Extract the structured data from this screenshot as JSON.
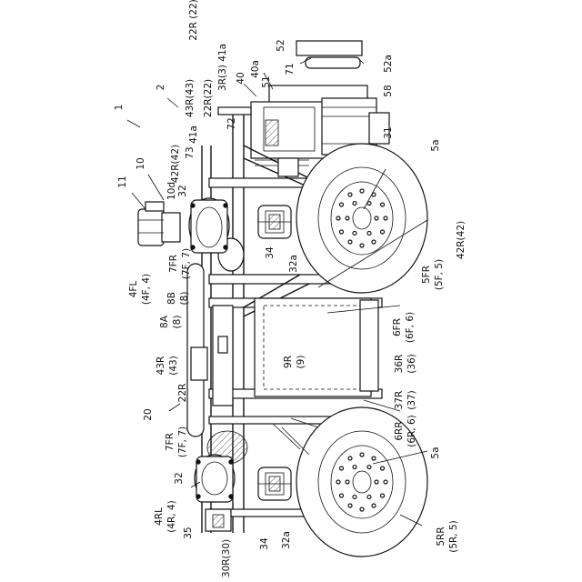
{
  "labels": {
    "l_22R_22": "22R (22)",
    "l_52": "52",
    "l_52a": "52a",
    "l_71": "71",
    "l_51": "51",
    "l_40a": "40a",
    "l_40": "40",
    "l_3R_3_41a": "3R(3) 41a",
    "l_2": "2",
    "l_43R_43": "43R(43)",
    "l_22R_22b": "22R(22)",
    "l_58": "58",
    "l_31": "31",
    "l_1": "1",
    "l_72": "72",
    "l_41a": "41a",
    "l_73": "73",
    "l_42R_42": "42R(42)",
    "l_10": "10",
    "l_11": "11",
    "l_10d": "10d",
    "l_32_top": "32",
    "l_5a_top": "5a",
    "l_34_top": "34",
    "l_32a_top": "32a",
    "l_4FL": "4FL",
    "l_4FL_sub": "(4F, 4)",
    "l_7FR_top": "7FR",
    "l_7FR_top_sub": "(7F, 7)",
    "l_8B": "8B",
    "l_8B_sub": "(8)",
    "l_8A": "8A",
    "l_8A_sub": "(8)",
    "l_42R_42_right": "42R(42)",
    "l_5FR": "5FR",
    "l_5FR_sub": "(5F, 5)",
    "l_6FR": "6FR",
    "l_6FR_sub": "(6F, 6)",
    "l_43R": "43R",
    "l_43R_sub": "(43)",
    "l_9R": "9R",
    "l_9R_sub": "(9)",
    "l_36R": "36R",
    "l_36R_sub": "(36)",
    "l_22R": "22R",
    "l_20": "20",
    "l_37R": "37R",
    "l_37R_sub": "(37)",
    "l_6RR": "6RR",
    "l_6RR_sub": "(6R, 6)",
    "l_7FR_bot": "7FR",
    "l_7FR_bot_sub": "(7F, 7)",
    "l_5a_bot": "5a",
    "l_32_bot": "32",
    "l_4RL": "4RL",
    "l_4RL_sub": "(4R, 4)",
    "l_35": "35",
    "l_34_bot": "34",
    "l_32a_bot": "32a",
    "l_5RR": "5RR",
    "l_5RR_sub": "(5R, 5)",
    "l_30R": "30R(30)"
  }
}
